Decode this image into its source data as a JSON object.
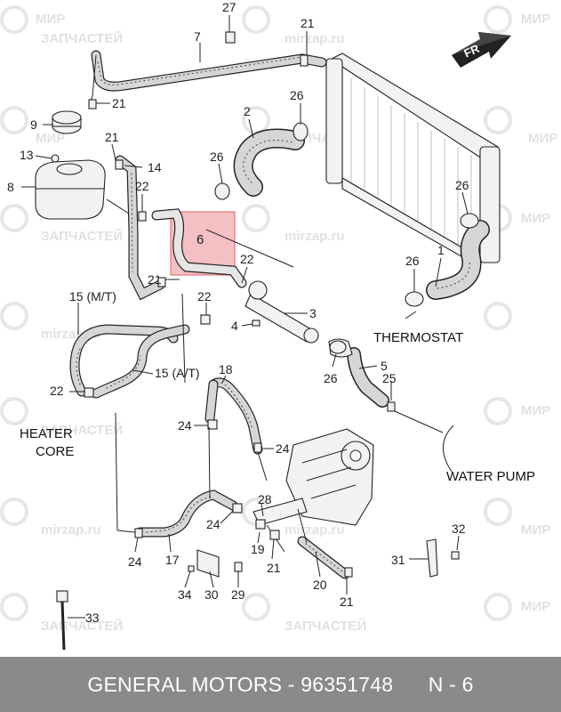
{
  "watermark": {
    "logo_text_ru": "МИР",
    "logo_text_sub": "ЗАПЧАСТЕЙ",
    "site": "mirzap.ru"
  },
  "callouts": {
    "c27": "27",
    "c21a": "21",
    "c7": "7",
    "c21b": "21",
    "c26a": "26",
    "c9": "9",
    "c2": "2",
    "c21c": "21",
    "c13": "13",
    "c14": "14",
    "c26b": "26",
    "c8": "8",
    "c22a": "22",
    "c26c": "26",
    "c6": "6",
    "c26d": "26",
    "c1": "1",
    "c22b": "22",
    "c21d": "21",
    "c15mt": "15 (M/T)",
    "c22c": "22",
    "c3": "3",
    "c4": "4",
    "c15at": "15 (A/T)",
    "c18": "18",
    "c5": "5",
    "c26e": "26",
    "c25": "25",
    "c22d": "22",
    "c24a": "24",
    "c24b": "24",
    "c28": "28",
    "c24c": "24",
    "c19": "19",
    "c24d": "24",
    "c17": "17",
    "c32": "32",
    "c31": "31",
    "c21e": "21",
    "c20": "20",
    "c34": "34",
    "c30": "30",
    "c29": "29",
    "c21f": "21",
    "c33": "33"
  },
  "labels": {
    "thermostat": "THERMOSTAT",
    "heater_core_line1": "HEATER",
    "heater_core_line2": "CORE",
    "water_pump": "WATER PUMP",
    "front_arrow": "FR"
  },
  "highlight": {
    "part_number_label": "6",
    "color": "#e0474c"
  },
  "footer": {
    "brand": "GENERAL MOTORS",
    "separator": " - ",
    "part_number": "96351748",
    "gap": "      ",
    "page_ref": "N - 6"
  }
}
